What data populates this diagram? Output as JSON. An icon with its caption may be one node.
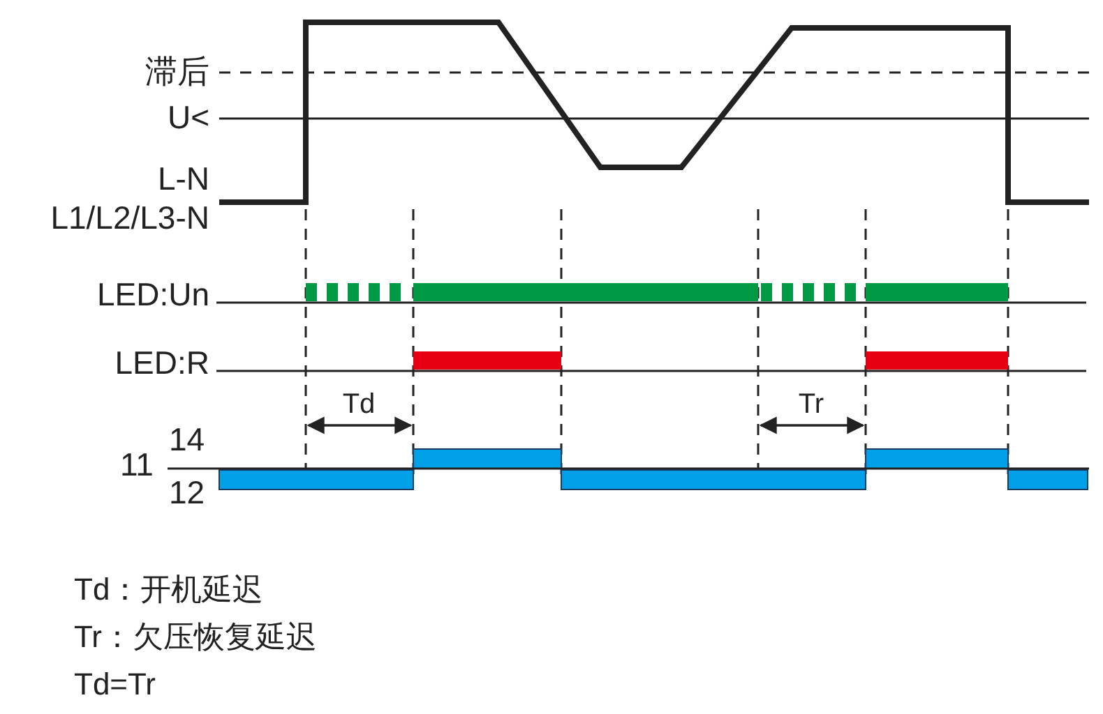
{
  "diagram": {
    "labels": [
      "滞后",
      "U<",
      "L-N",
      "L1/L2/L3-N",
      "LED:Un",
      "LED:R",
      "Td",
      "Tr",
      "14",
      "11",
      "12",
      "Td：开机延迟",
      "Tr：欠压恢复延迟",
      "Td=Tr"
    ]
  }
}
